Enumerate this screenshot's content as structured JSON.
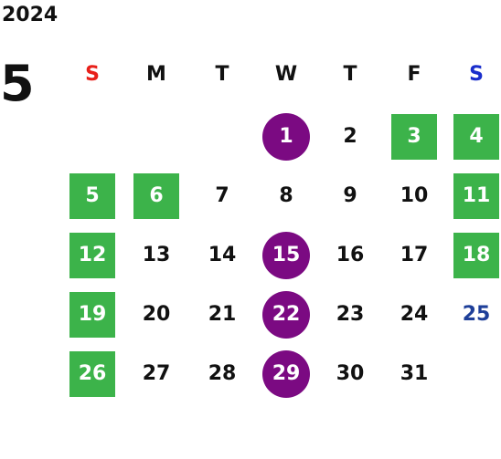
{
  "calendar": {
    "year": "2024",
    "month": "5",
    "colors": {
      "sunday_label": "#e8201a",
      "saturday_label": "#1a2ecc",
      "holiday_bg": "#3cb34a",
      "event_bg": "#7b0a82",
      "saturday_blue_date": "#1e3f99",
      "text": "#111111"
    },
    "weekdays": [
      {
        "label": "S",
        "kind": "sun"
      },
      {
        "label": "M",
        "kind": "normal"
      },
      {
        "label": "T",
        "kind": "normal"
      },
      {
        "label": "W",
        "kind": "normal"
      },
      {
        "label": "T",
        "kind": "normal"
      },
      {
        "label": "F",
        "kind": "normal"
      },
      {
        "label": "S",
        "kind": "sat"
      }
    ],
    "weeks": [
      [
        null,
        null,
        null,
        {
          "day": "1",
          "style": "purple"
        },
        {
          "day": "2",
          "style": "plain"
        },
        {
          "day": "3",
          "style": "green"
        },
        {
          "day": "4",
          "style": "green"
        }
      ],
      [
        {
          "day": "5",
          "style": "green"
        },
        {
          "day": "6",
          "style": "green"
        },
        {
          "day": "7",
          "style": "plain"
        },
        {
          "day": "8",
          "style": "plain"
        },
        {
          "day": "9",
          "style": "plain"
        },
        {
          "day": "10",
          "style": "plain"
        },
        {
          "day": "11",
          "style": "green"
        }
      ],
      [
        {
          "day": "12",
          "style": "green"
        },
        {
          "day": "13",
          "style": "plain"
        },
        {
          "day": "14",
          "style": "plain"
        },
        {
          "day": "15",
          "style": "purple"
        },
        {
          "day": "16",
          "style": "plain"
        },
        {
          "day": "17",
          "style": "plain"
        },
        {
          "day": "18",
          "style": "green"
        }
      ],
      [
        {
          "day": "19",
          "style": "green"
        },
        {
          "day": "20",
          "style": "plain"
        },
        {
          "day": "21",
          "style": "plain"
        },
        {
          "day": "22",
          "style": "purple"
        },
        {
          "day": "23",
          "style": "plain"
        },
        {
          "day": "24",
          "style": "plain"
        },
        {
          "day": "25",
          "style": "blue"
        }
      ],
      [
        {
          "day": "26",
          "style": "green"
        },
        {
          "day": "27",
          "style": "plain"
        },
        {
          "day": "28",
          "style": "plain"
        },
        {
          "day": "29",
          "style": "purple"
        },
        {
          "day": "30",
          "style": "plain"
        },
        {
          "day": "31",
          "style": "plain"
        },
        null
      ]
    ]
  }
}
